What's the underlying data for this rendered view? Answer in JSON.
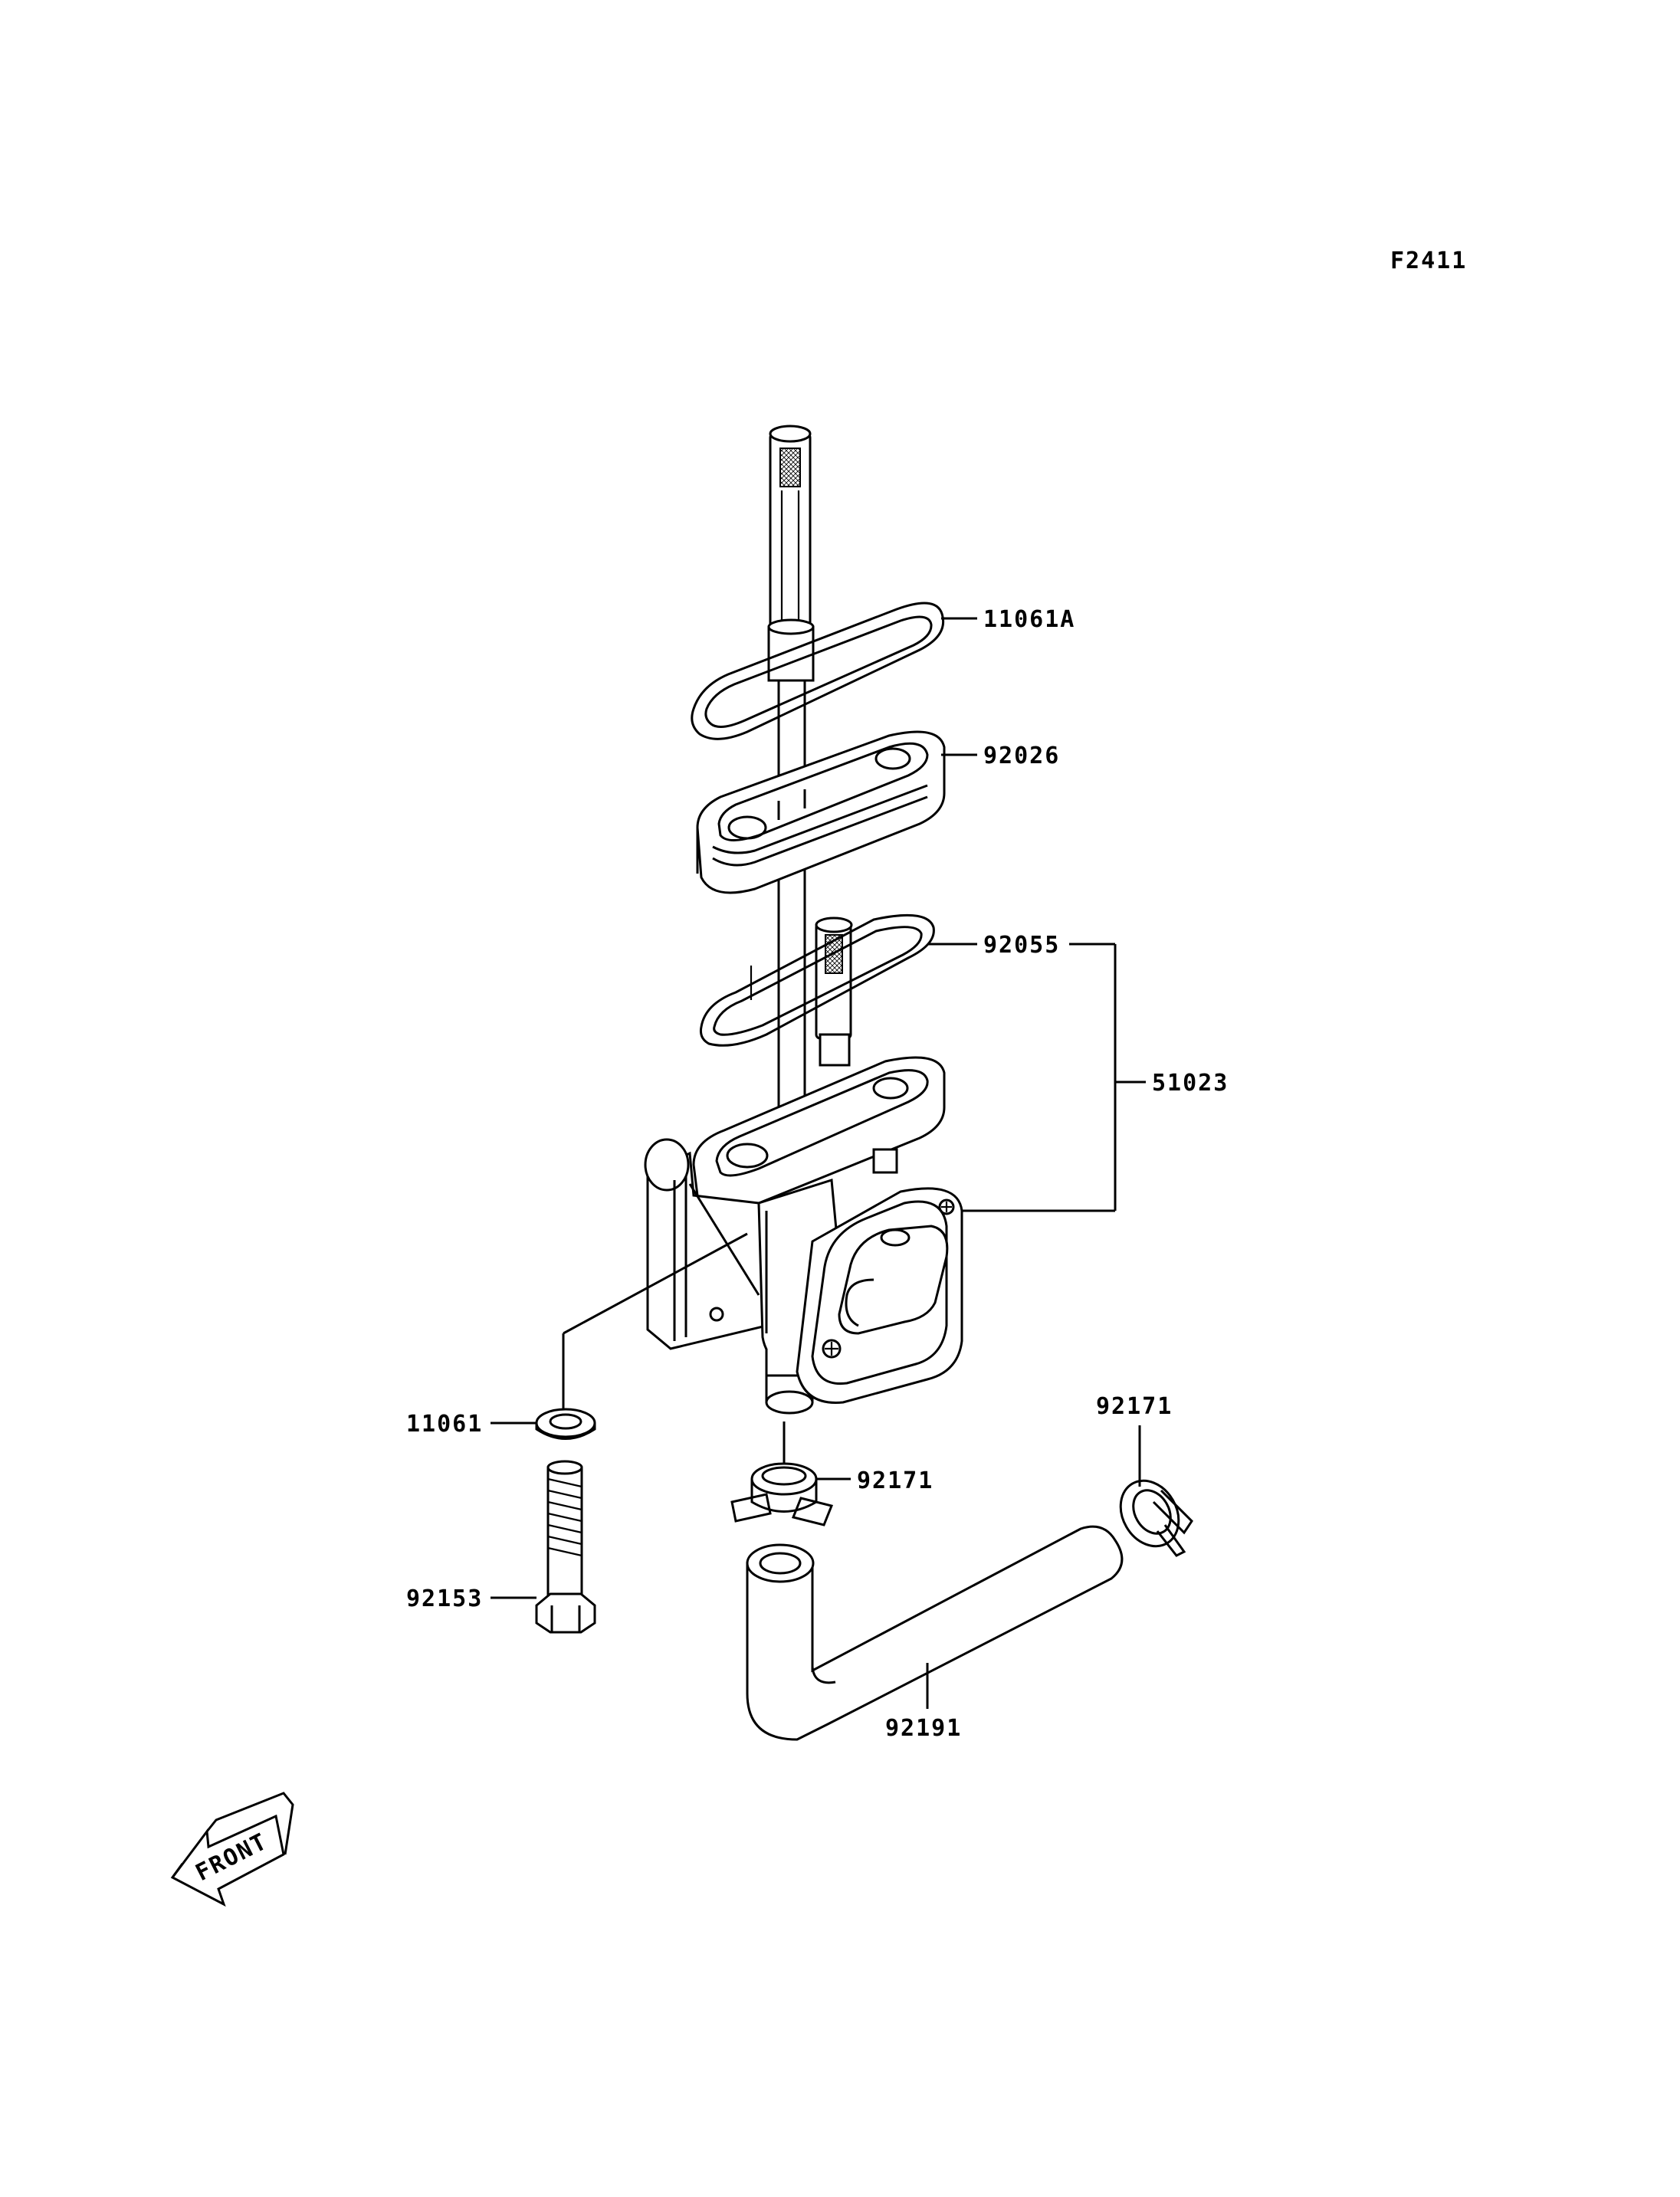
{
  "figure_code": "F2411",
  "front_label": "FRONT",
  "callouts": {
    "gasket_upper": "11061A",
    "filter_plate": "92026",
    "oring": "92055",
    "fuel_cock_assy": "51023",
    "washer": "11061",
    "clamp_lower": "92171",
    "clamp_right": "92171",
    "bolt": "92153",
    "hose": "92191"
  },
  "colors": {
    "line": "#000000",
    "background": "#ffffff"
  }
}
